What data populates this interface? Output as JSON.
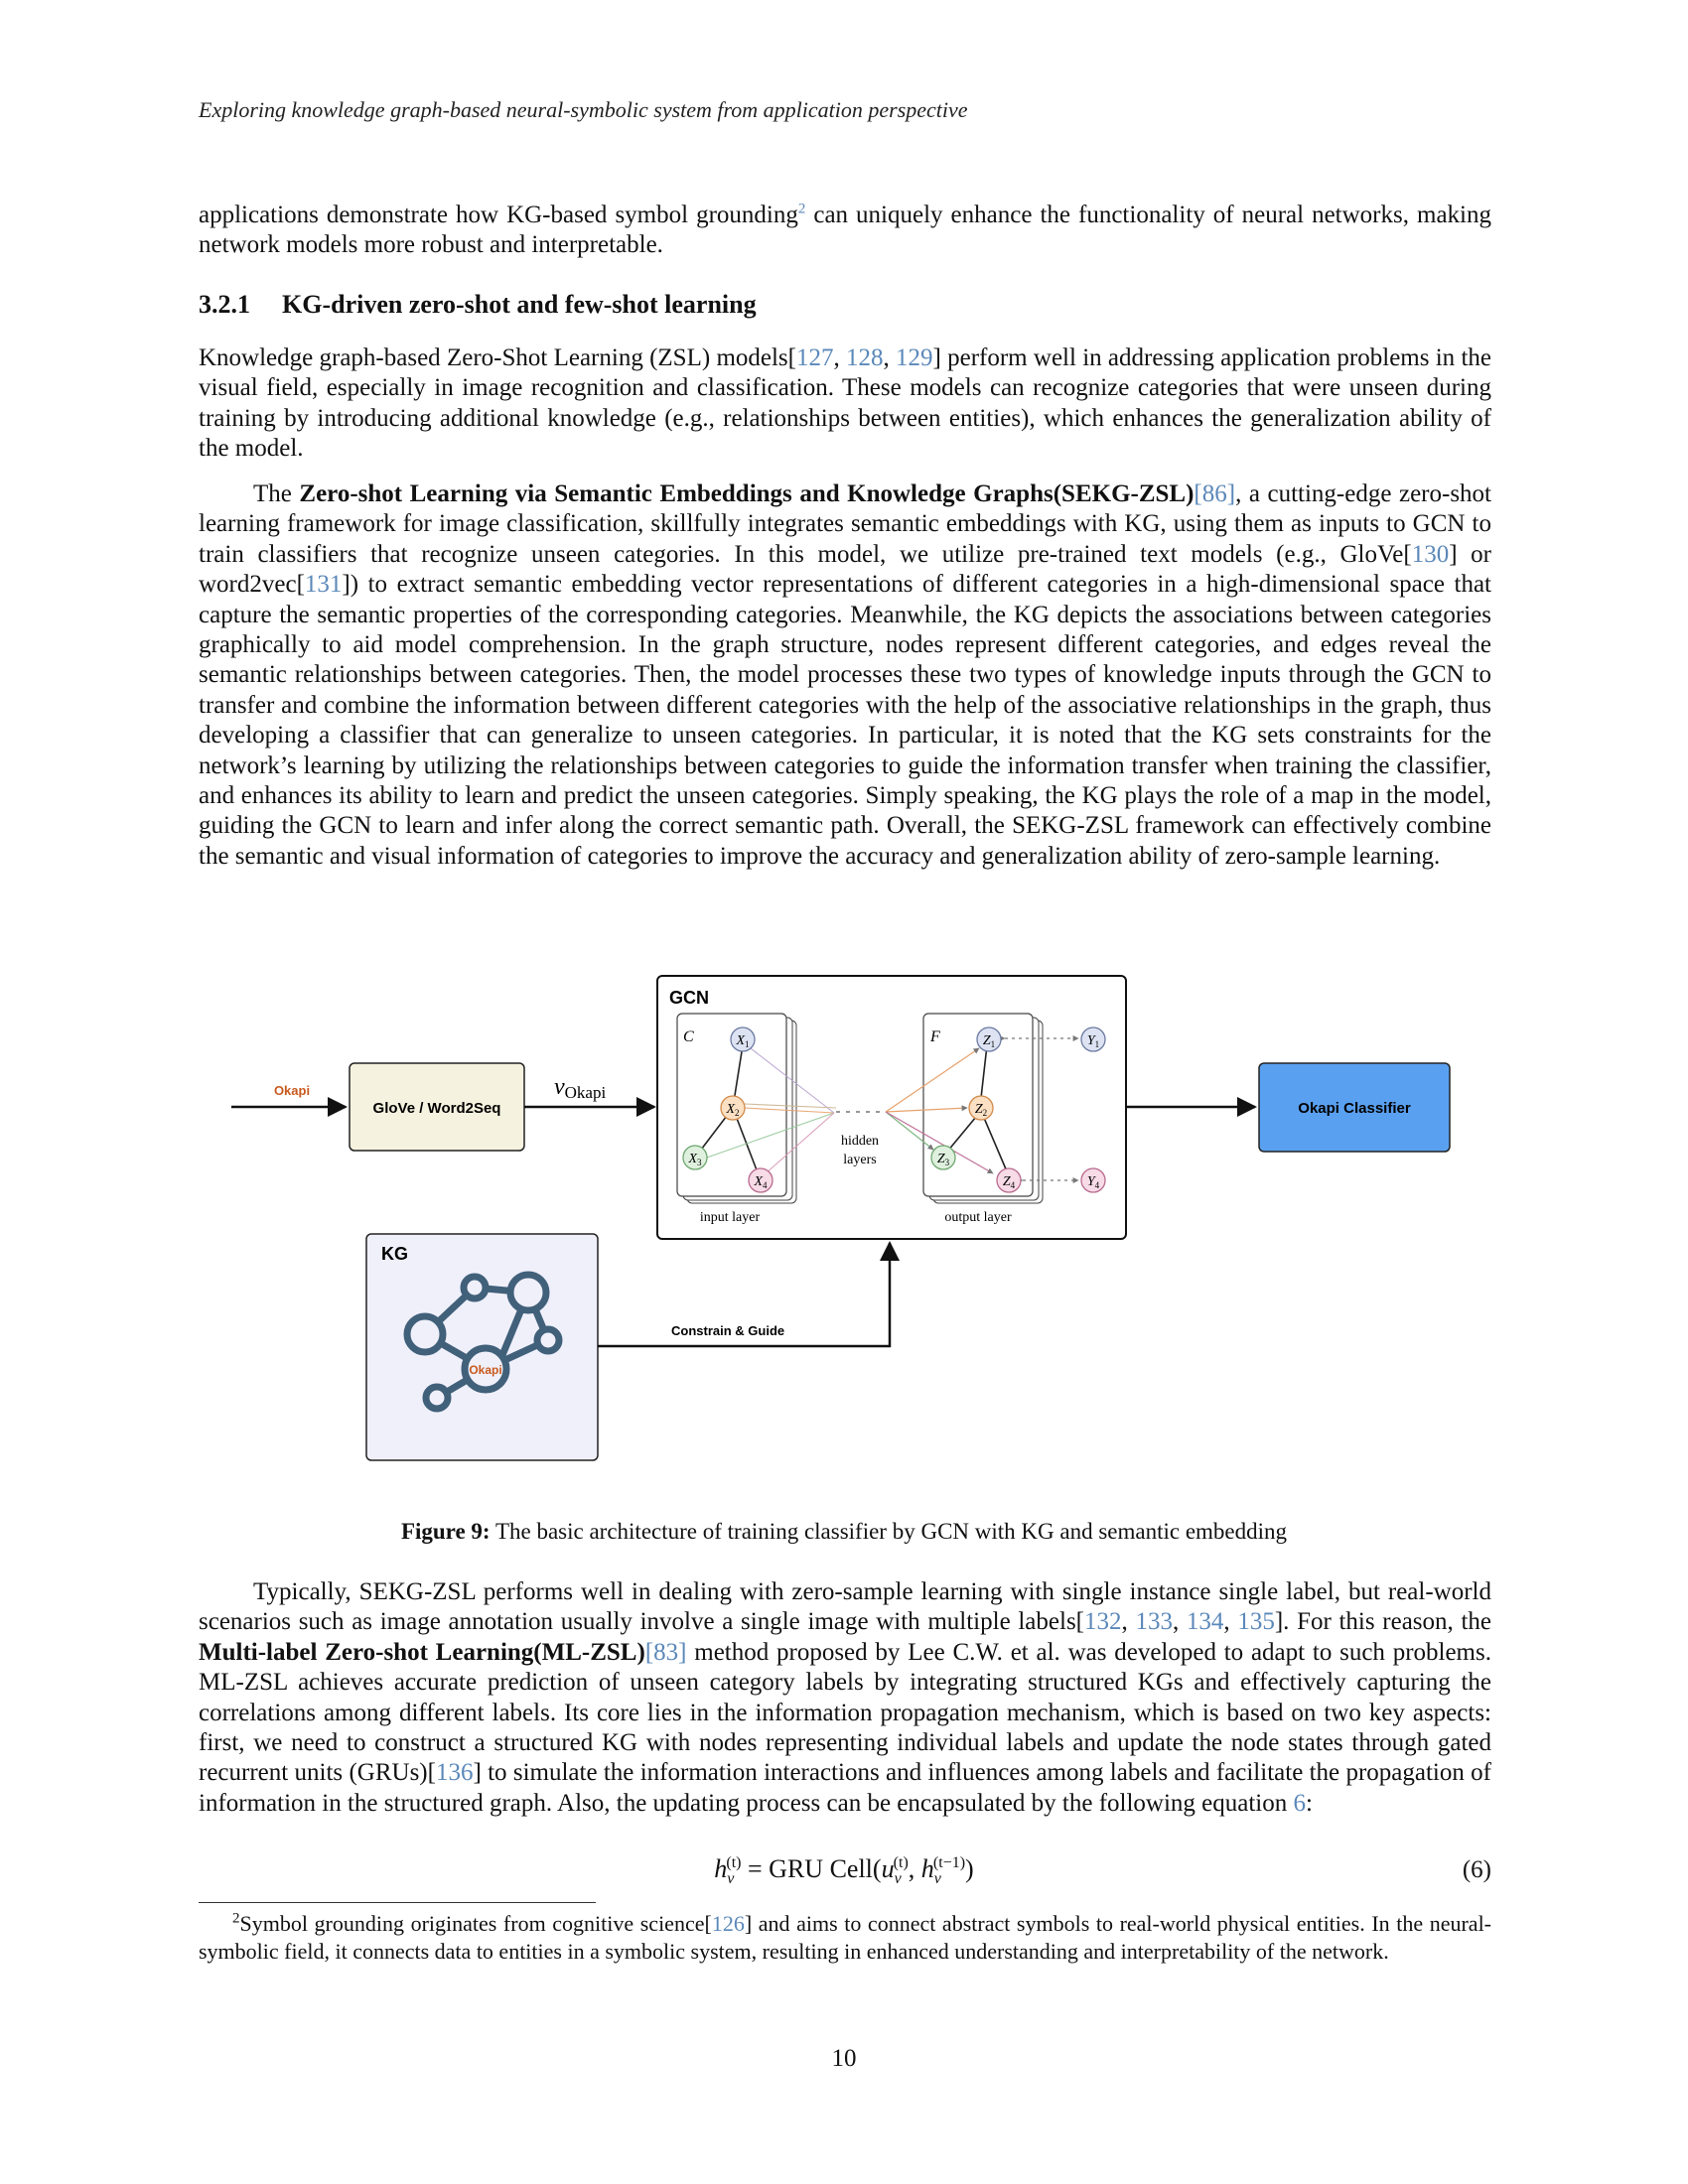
{
  "header": {
    "running_title": "Exploring knowledge graph-based neural-symbolic system from application perspective"
  },
  "intro": {
    "text_before_sup": "applications demonstrate how KG-based symbol grounding",
    "sup": "2",
    "text_after_sup": " can uniquely enhance the functionality of neural networks, making network models more robust and interpretable."
  },
  "section": {
    "number": "3.2.1",
    "title": "KG-driven zero-shot and few-shot learning"
  },
  "para1": {
    "t1": "Knowledge graph-based Zero-Shot Learning (ZSL) models[",
    "c1": "127",
    "s1": ", ",
    "c2": "128",
    "s2": ", ",
    "c3": "129",
    "t2": "] perform well in addressing application problems in the visual field, especially in image recognition and classification. These models can recognize categories that were unseen during training by introducing additional knowledge (e.g., relationships between entities), which enhances the generalization ability of the model."
  },
  "para2": {
    "t0": "The ",
    "bold": "Zero-shot Learning via Semantic Embeddings and Knowledge Graphs(SEKG-ZSL)",
    "c1": "[86]",
    "t1": ", a cutting-edge zero-shot learning framework for image classification, skillfully integrates semantic embeddings with KG, using them as inputs to GCN to train classifiers that recognize unseen categories. In this model, we utilize pre-trained text models (e.g., GloVe[",
    "c2": "130",
    "t2": "] or word2vec[",
    "c3": "131",
    "t3": "]) to extract semantic embedding vector representations of different categories in a high-dimensional space that capture the semantic properties of the corresponding categories. Meanwhile, the KG depicts the associations between categories graphically to aid model comprehension. In the graph structure, nodes represent different categories, and edges reveal the semantic relationships between categories. Then, the model processes these two types of knowledge inputs through the GCN to transfer and combine the information between different categories with the help of the associative relationships in the graph, thus developing a classifier that can generalize to unseen categories. In particular, it is noted that the KG sets constraints for the network’s learning by utilizing the relationships between categories to guide the information transfer when training the classifier, and enhances its ability to learn and predict the unseen categories. Simply speaking, the KG plays the role of a map in the model, guiding the GCN to learn and infer along the correct semantic path. Overall, the SEKG-ZSL framework can effectively combine the semantic and visual information of categories to improve the accuracy and generalization ability of zero-sample learning."
  },
  "figure": {
    "input_label": "Okapi",
    "embed_box": "GloVe / Word2Seq",
    "vec_symbol": "v",
    "vec_sub": "Okapi",
    "gcn_title": "GCN",
    "input_stack_symbol": "C",
    "output_stack_symbol": "F",
    "x1": "X",
    "x1_sub": "1",
    "x2": "X",
    "x2_sub": "2",
    "x3": "X",
    "x3_sub": "3",
    "x4": "X",
    "x4_sub": "4",
    "z1": "Z",
    "z1_sub": "1",
    "z2": "Z",
    "z2_sub": "2",
    "z3": "Z",
    "z3_sub": "3",
    "z4": "Z",
    "z4_sub": "4",
    "y1": "Y",
    "y1_sub": "1",
    "y4": "Y",
    "y4_sub": "4",
    "hidden_1": "hidden",
    "hidden_2": "layers",
    "input_layer": "input layer",
    "output_layer": "output layer",
    "classifier": "Okapi Classifier",
    "kg_title": "KG",
    "kg_node": "Okapi",
    "constrain": "Constrain & Guide",
    "caption_label": "Figure 9:",
    "caption_text": " The basic architecture of training classifier by GCN with KG and semantic embedding",
    "colors": {
      "okapi_text": "#c85a1e",
      "embed_fill": "#f5f2df",
      "classifier_fill": "#5aa0f0",
      "kg_fill": "#f0f0fb",
      "kg_graph": "#41607a"
    }
  },
  "para3": {
    "t1": "Typically, SEKG-ZSL performs well in dealing with zero-sample learning with single instance single label, but real-world scenarios such as image annotation usually involve a single image with multiple labels[",
    "c1": "132",
    "s1": ", ",
    "c2": "133",
    "s2": ", ",
    "c3": "134",
    "s3": ", ",
    "c4": "135",
    "t2": "]. For this reason, the ",
    "bold": "Multi-label Zero-shot Learning(ML-ZSL)",
    "c5": "[83]",
    "t3": " method proposed by Lee C.W. et al. was developed to adapt to such problems. ML-ZSL achieves accurate prediction of unseen category labels by integrating structured KGs and effectively capturing the correlations among different labels. Its core lies in the information propagation mechanism, which is based on two key aspects: first, we need to construct a structured KG with nodes representing individual labels and update the node states through gated recurrent units (GRUs)[",
    "c6": "136",
    "t4": "] to simulate the information interactions and influences among labels and facilitate the propagation of information in the structured graph. Also, the updating process can be encapsulated by the following equation ",
    "c7": "6",
    "t5": ":"
  },
  "equation": {
    "lhs": "h",
    "lhs_sub": "v",
    "lhs_sup": "(t)",
    "eq": " = GRU Cell(",
    "u": "u",
    "u_sub": "v",
    "u_sup": "(t)",
    "comma": ", ",
    "h2": "h",
    "h2_sub": "v",
    "h2_sup": "(t−1)",
    "close": ")",
    "number": "(6)"
  },
  "footnote": {
    "mark": "2",
    "t1": "Symbol grounding originates from cognitive science[",
    "c1": "126",
    "t2": "] and aims to connect abstract symbols to real-world physical entities. In the neural-symbolic field, it connects data to entities in a symbolic system, resulting in enhanced understanding and interpretability of the network."
  },
  "page": {
    "number": "10"
  }
}
